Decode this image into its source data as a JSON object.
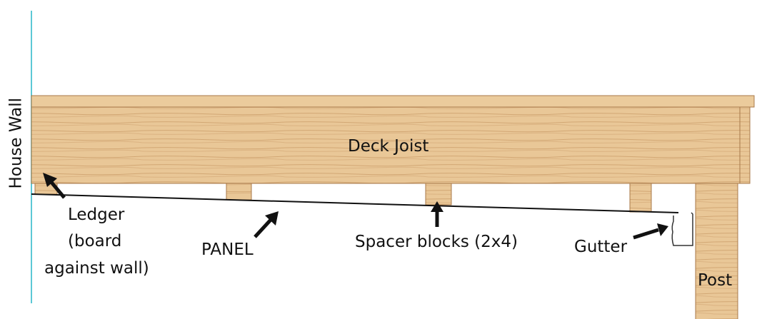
{
  "labels": {
    "house_wall": "House Wall",
    "deck_joist": "Deck Joist",
    "ledger_line1": "Ledger",
    "ledger_line2": "(board",
    "ledger_line3": "against wall)",
    "panel": "PANEL",
    "spacer_blocks": "Spacer blocks (2x4)",
    "gutter": "Gutter",
    "post": "Post"
  },
  "colors": {
    "wall": "#5cc8d6",
    "wood": "#e8c594",
    "wood_dark": "#c99a64",
    "wood_edge": "#a8784a",
    "ink": "#111111"
  }
}
